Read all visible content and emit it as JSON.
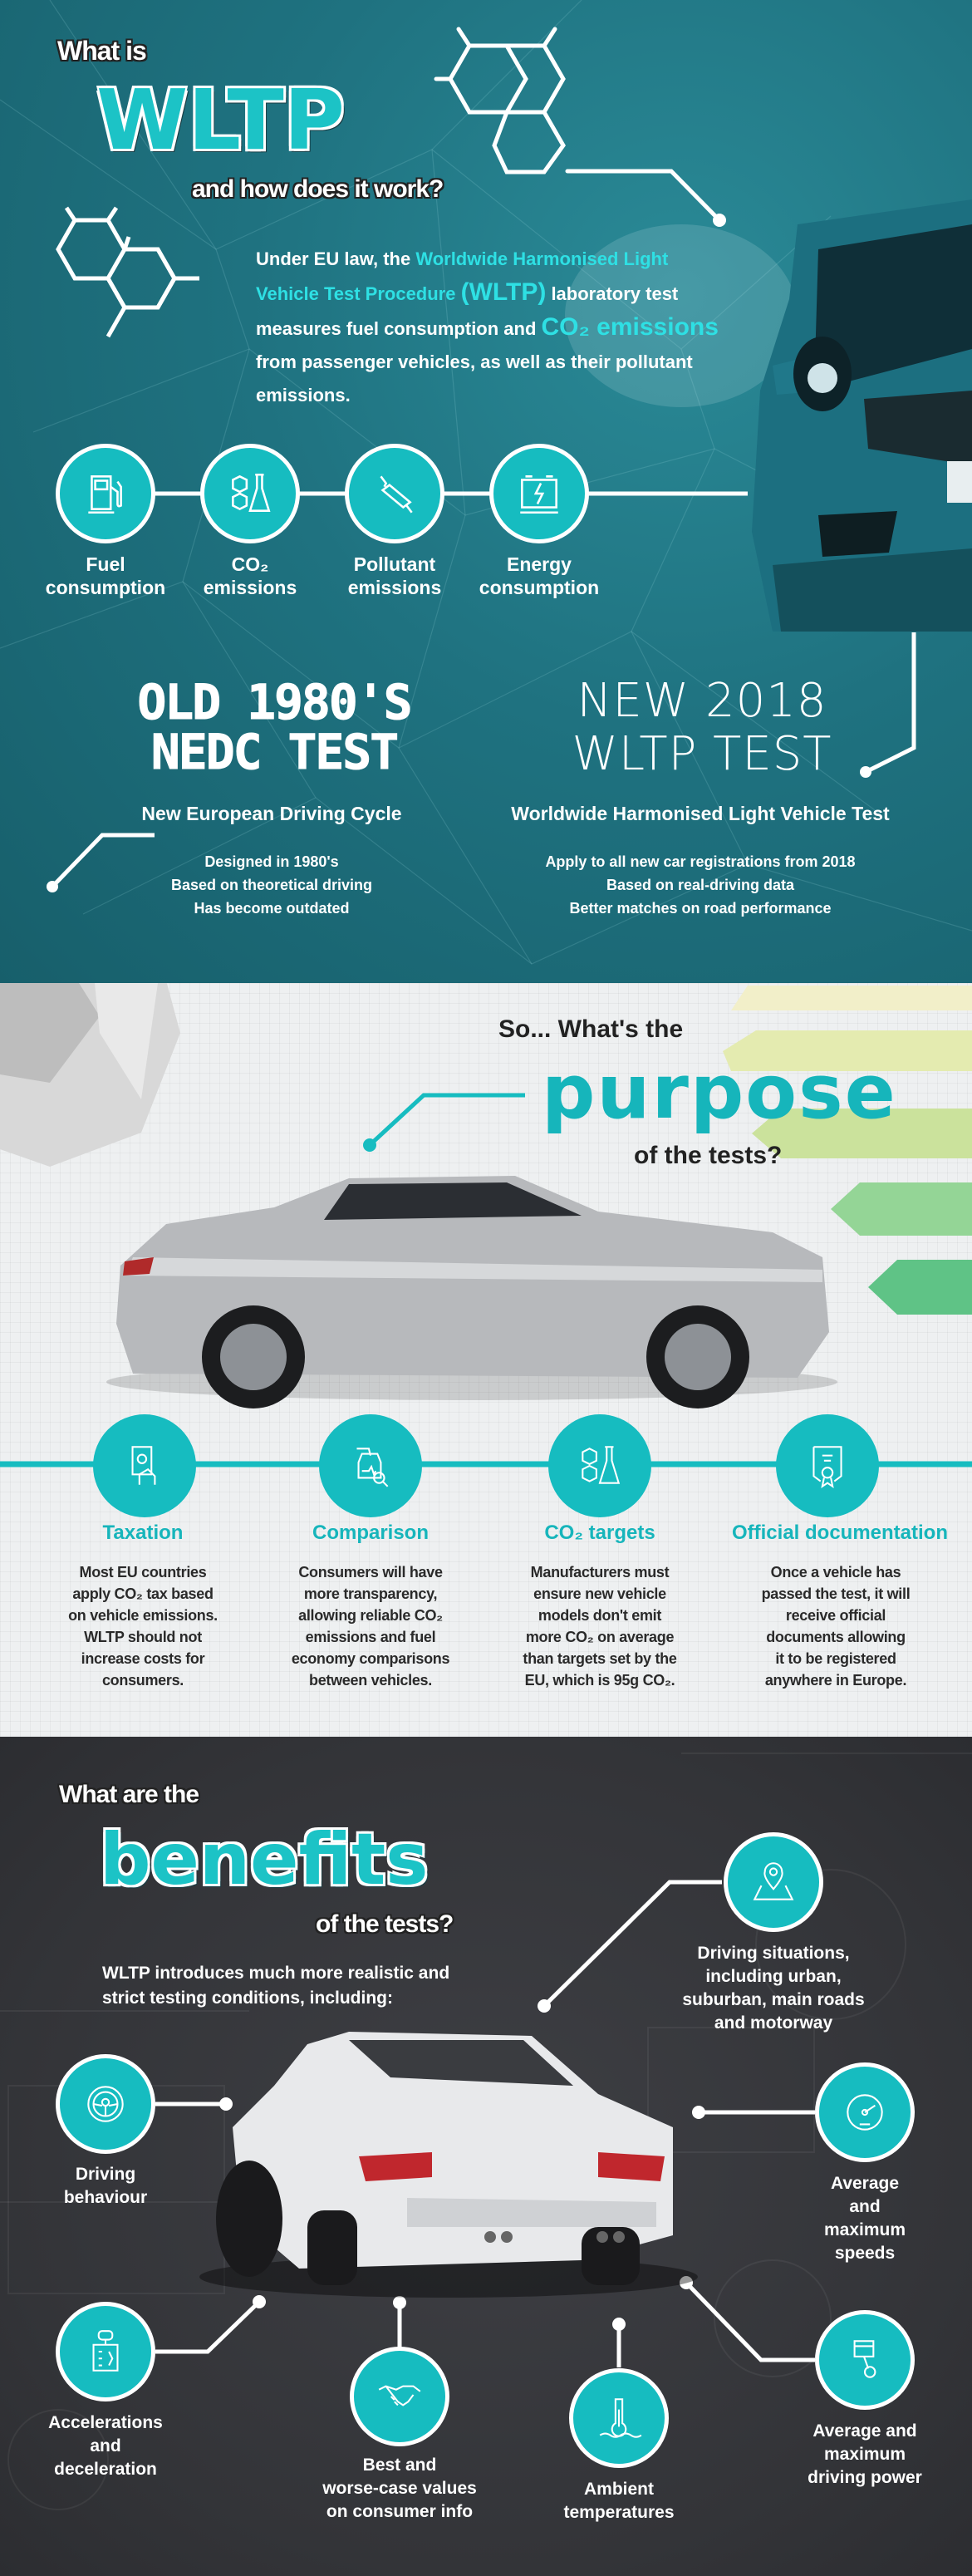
{
  "colors": {
    "teal": "#16bcc0",
    "dark_teal": "#1f7280",
    "light_bg": "#eef0f1",
    "dark_bg": "#36373b"
  },
  "intro": {
    "what_is": "What is",
    "wltp": "WLTP",
    "how": "and how does it work?",
    "para_1": "Under EU law, the ",
    "para_hl1": "Worldwide Harmonised Light Vehicle Test Procedure ",
    "para_hl_wltp": "(WLTP)",
    "para_2": " laboratory test measures fuel consumption and ",
    "para_hl_co2": "CO₂ emissions",
    "para_3": " from passenger vehicles, as well as their pollutant emissions.",
    "measures": [
      {
        "icon": "fuel-pump-icon",
        "label": "Fuel\nconsumption"
      },
      {
        "icon": "co2-flask-icon",
        "label": "CO₂\nemissions"
      },
      {
        "icon": "exhaust-pipe-icon",
        "label": "Pollutant\nemissions"
      },
      {
        "icon": "battery-icon",
        "label": "Energy\nconsumption"
      }
    ]
  },
  "comparison": {
    "old_title": "OLD 1980'S\nNEDC TEST",
    "old_subtitle": "New European Driving Cycle",
    "old_points": "Designed in 1980's\nBased on theoretical driving\nHas become outdated",
    "new_title": "NEW 2018\nWLTP TEST",
    "new_subtitle": "Worldwide Harmonised Light Vehicle Test",
    "new_points": "Apply to all new car registrations from 2018\nBased on real-driving data\nBetter matches on road performance"
  },
  "purpose": {
    "heading_1": "So... What's the",
    "heading_big": "purpose",
    "heading_2": "of the tests?",
    "items": [
      {
        "icon": "tax-document-icon",
        "title": "Taxation",
        "body": "Most EU countries\napply CO₂ tax based\non vehicle emissions.\nWLTP should not\nincrease costs for\nconsumers."
      },
      {
        "icon": "car-compare-icon",
        "title": "Comparison",
        "body": "Consumers will have\nmore transparency,\nallowing reliable CO₂\nemissions and fuel\neconomy comparisons\nbetween vehicles."
      },
      {
        "icon": "co2-flask-icon",
        "title": "CO₂ targets",
        "body": "Manufacturers must\nensure new vehicle\nmodels don't emit\nmore CO₂ on average\nthan targets set by the\nEU, which is 95g CO₂."
      },
      {
        "icon": "certificate-icon",
        "title": "Official documentation",
        "body": "Once a vehicle has\npassed the test, it will\nreceive official\ndocuments allowing\nit to be registered\nanywhere in Europe."
      }
    ]
  },
  "benefits": {
    "heading_1": "What are the",
    "heading_big": "benefits",
    "heading_2": "of the tests?",
    "intro": "WLTP introduces much more realistic and\nstrict testing conditions, including:",
    "items": [
      {
        "icon": "map-pin-icon",
        "label": "Driving situations,\nincluding urban,\nsuburban, main roads\nand motorway"
      },
      {
        "icon": "steering-wheel-icon",
        "label": "Driving\nbehaviour"
      },
      {
        "icon": "speedometer-icon",
        "label": "Average\nand\nmaximum\nspeeds"
      },
      {
        "icon": "gear-shift-icon",
        "label": "Accelerations\nand\ndeceleration"
      },
      {
        "icon": "handshake-icon",
        "label": "Best and\nworse-case values\non consumer info"
      },
      {
        "icon": "thermometer-icon",
        "label": "Ambient\ntemperatures"
      },
      {
        "icon": "piston-icon",
        "label": "Average and\nmaximum\ndriving power"
      }
    ]
  }
}
